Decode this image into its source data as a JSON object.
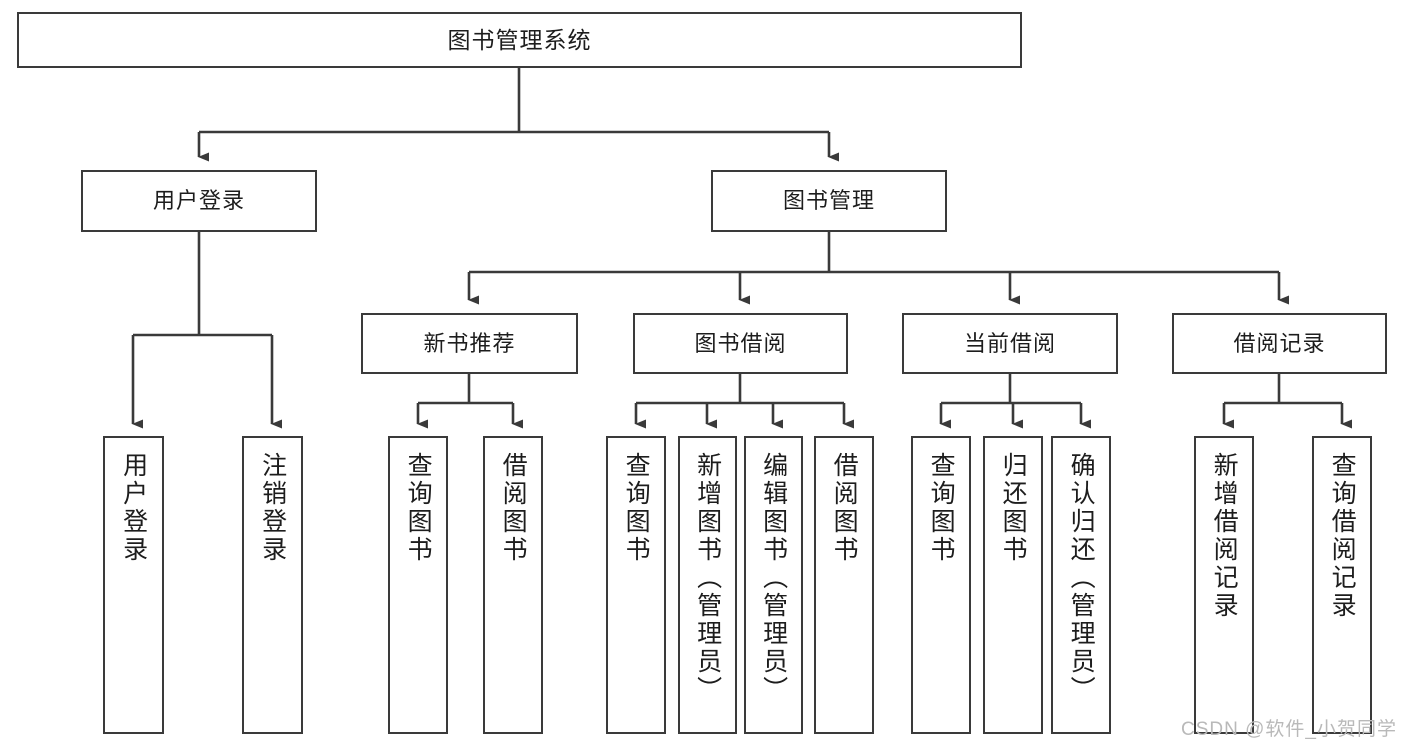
{
  "diagram": {
    "title": "图书管理系统",
    "type": "tree",
    "colors": {
      "box_border": "#3a3a3a",
      "box_fill": "#ffffff",
      "line": "#3a3a3a",
      "text": "#1d1d1d",
      "watermark": "#b9b9b9"
    },
    "nodes": {
      "root": {
        "label": "图书管理系统",
        "level": 1
      },
      "l2": [
        {
          "id": "user-login",
          "label": "用户登录",
          "level": 2
        },
        {
          "id": "book-manage",
          "label": "图书管理",
          "level": 2
        }
      ],
      "l3": [
        {
          "id": "new-book-recommend",
          "label": "新书推荐",
          "level": 3,
          "parent": "book-manage"
        },
        {
          "id": "book-borrow",
          "label": "图书借阅",
          "level": 3,
          "parent": "book-manage"
        },
        {
          "id": "current-borrow",
          "label": "当前借阅",
          "level": 3,
          "parent": "book-manage"
        },
        {
          "id": "borrow-record",
          "label": "借阅记录",
          "level": 3,
          "parent": "book-manage"
        }
      ],
      "leaves": [
        {
          "id": "leaf-user-login",
          "label": "用户登录",
          "parent": "user-login"
        },
        {
          "id": "leaf-logout-login",
          "label": "注销登录",
          "parent": "user-login"
        },
        {
          "id": "leaf-query-book-1",
          "label": "查询图书",
          "parent": "new-book-recommend"
        },
        {
          "id": "leaf-borrow-book-1",
          "label": "借阅图书",
          "parent": "new-book-recommend"
        },
        {
          "id": "leaf-query-book-2",
          "label": "查询图书",
          "parent": "book-borrow"
        },
        {
          "id": "leaf-add-book",
          "label": "新增图书（管理员）",
          "parent": "book-borrow"
        },
        {
          "id": "leaf-edit-book",
          "label": "编辑图书（管理员）",
          "parent": "book-borrow"
        },
        {
          "id": "leaf-borrow-book-2",
          "label": "借阅图书",
          "parent": "book-borrow"
        },
        {
          "id": "leaf-query-book-3",
          "label": "查询图书",
          "parent": "current-borrow"
        },
        {
          "id": "leaf-return-book",
          "label": "归还图书",
          "parent": "current-borrow"
        },
        {
          "id": "leaf-confirm-return",
          "label": "确认归还（管理员）",
          "parent": "current-borrow"
        },
        {
          "id": "leaf-add-record",
          "label": "新增借阅记录",
          "parent": "borrow-record"
        },
        {
          "id": "leaf-query-record",
          "label": "查询借阅记录",
          "parent": "borrow-record"
        }
      ]
    }
  },
  "watermark": {
    "text": "CSDN @软件_小贺同学"
  }
}
